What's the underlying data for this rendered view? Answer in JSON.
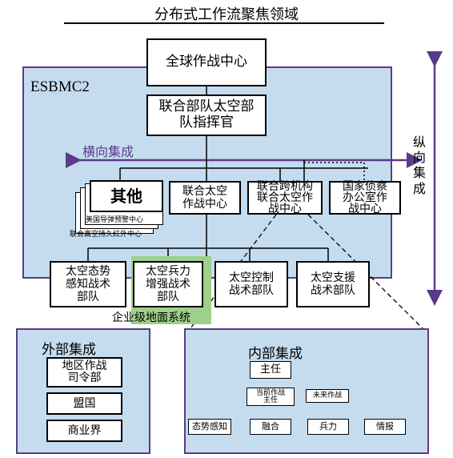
{
  "title": "分布式工作流聚焦领域",
  "esbmc_label": "ESBMC2",
  "nodes": {
    "global": "全球作战中心",
    "jfscc": "联合部队太空部\n队指挥官",
    "others": "其他",
    "others_sub1": "美国导弹预警中心",
    "others_sub2": "联合高空持久红外中心",
    "jspoc": "联合太空\n作战中心",
    "jicspoc": "联合跨机构\n联合太空作\n战中心",
    "nro": "国家侦察\n办公室作\n战中心",
    "space_aware": "太空态势\n感知战术\n部队",
    "space_enh": "太空兵力\n增强战术\n部队",
    "space_ctrl": "太空控制\n战术部队",
    "space_support": "太空支援\n战术部队"
  },
  "labels": {
    "horizontal": "横向集成",
    "vertical": "纵\n向\n集\n成",
    "ground": "企业级地面系统"
  },
  "external": {
    "title": "外部集成",
    "items": [
      "地区作战\n司令部",
      "盟国",
      "商业界"
    ]
  },
  "internal": {
    "title": "内部集成",
    "head": "主任",
    "mid": [
      "当前作战\n主任",
      "未来作战"
    ],
    "leaves": [
      "态势感知",
      "融合",
      "兵力",
      "情报"
    ]
  },
  "colors": {
    "blue_fill": "#c5dcef",
    "purple": "#5b3a8c",
    "green": "#9fd08a"
  }
}
